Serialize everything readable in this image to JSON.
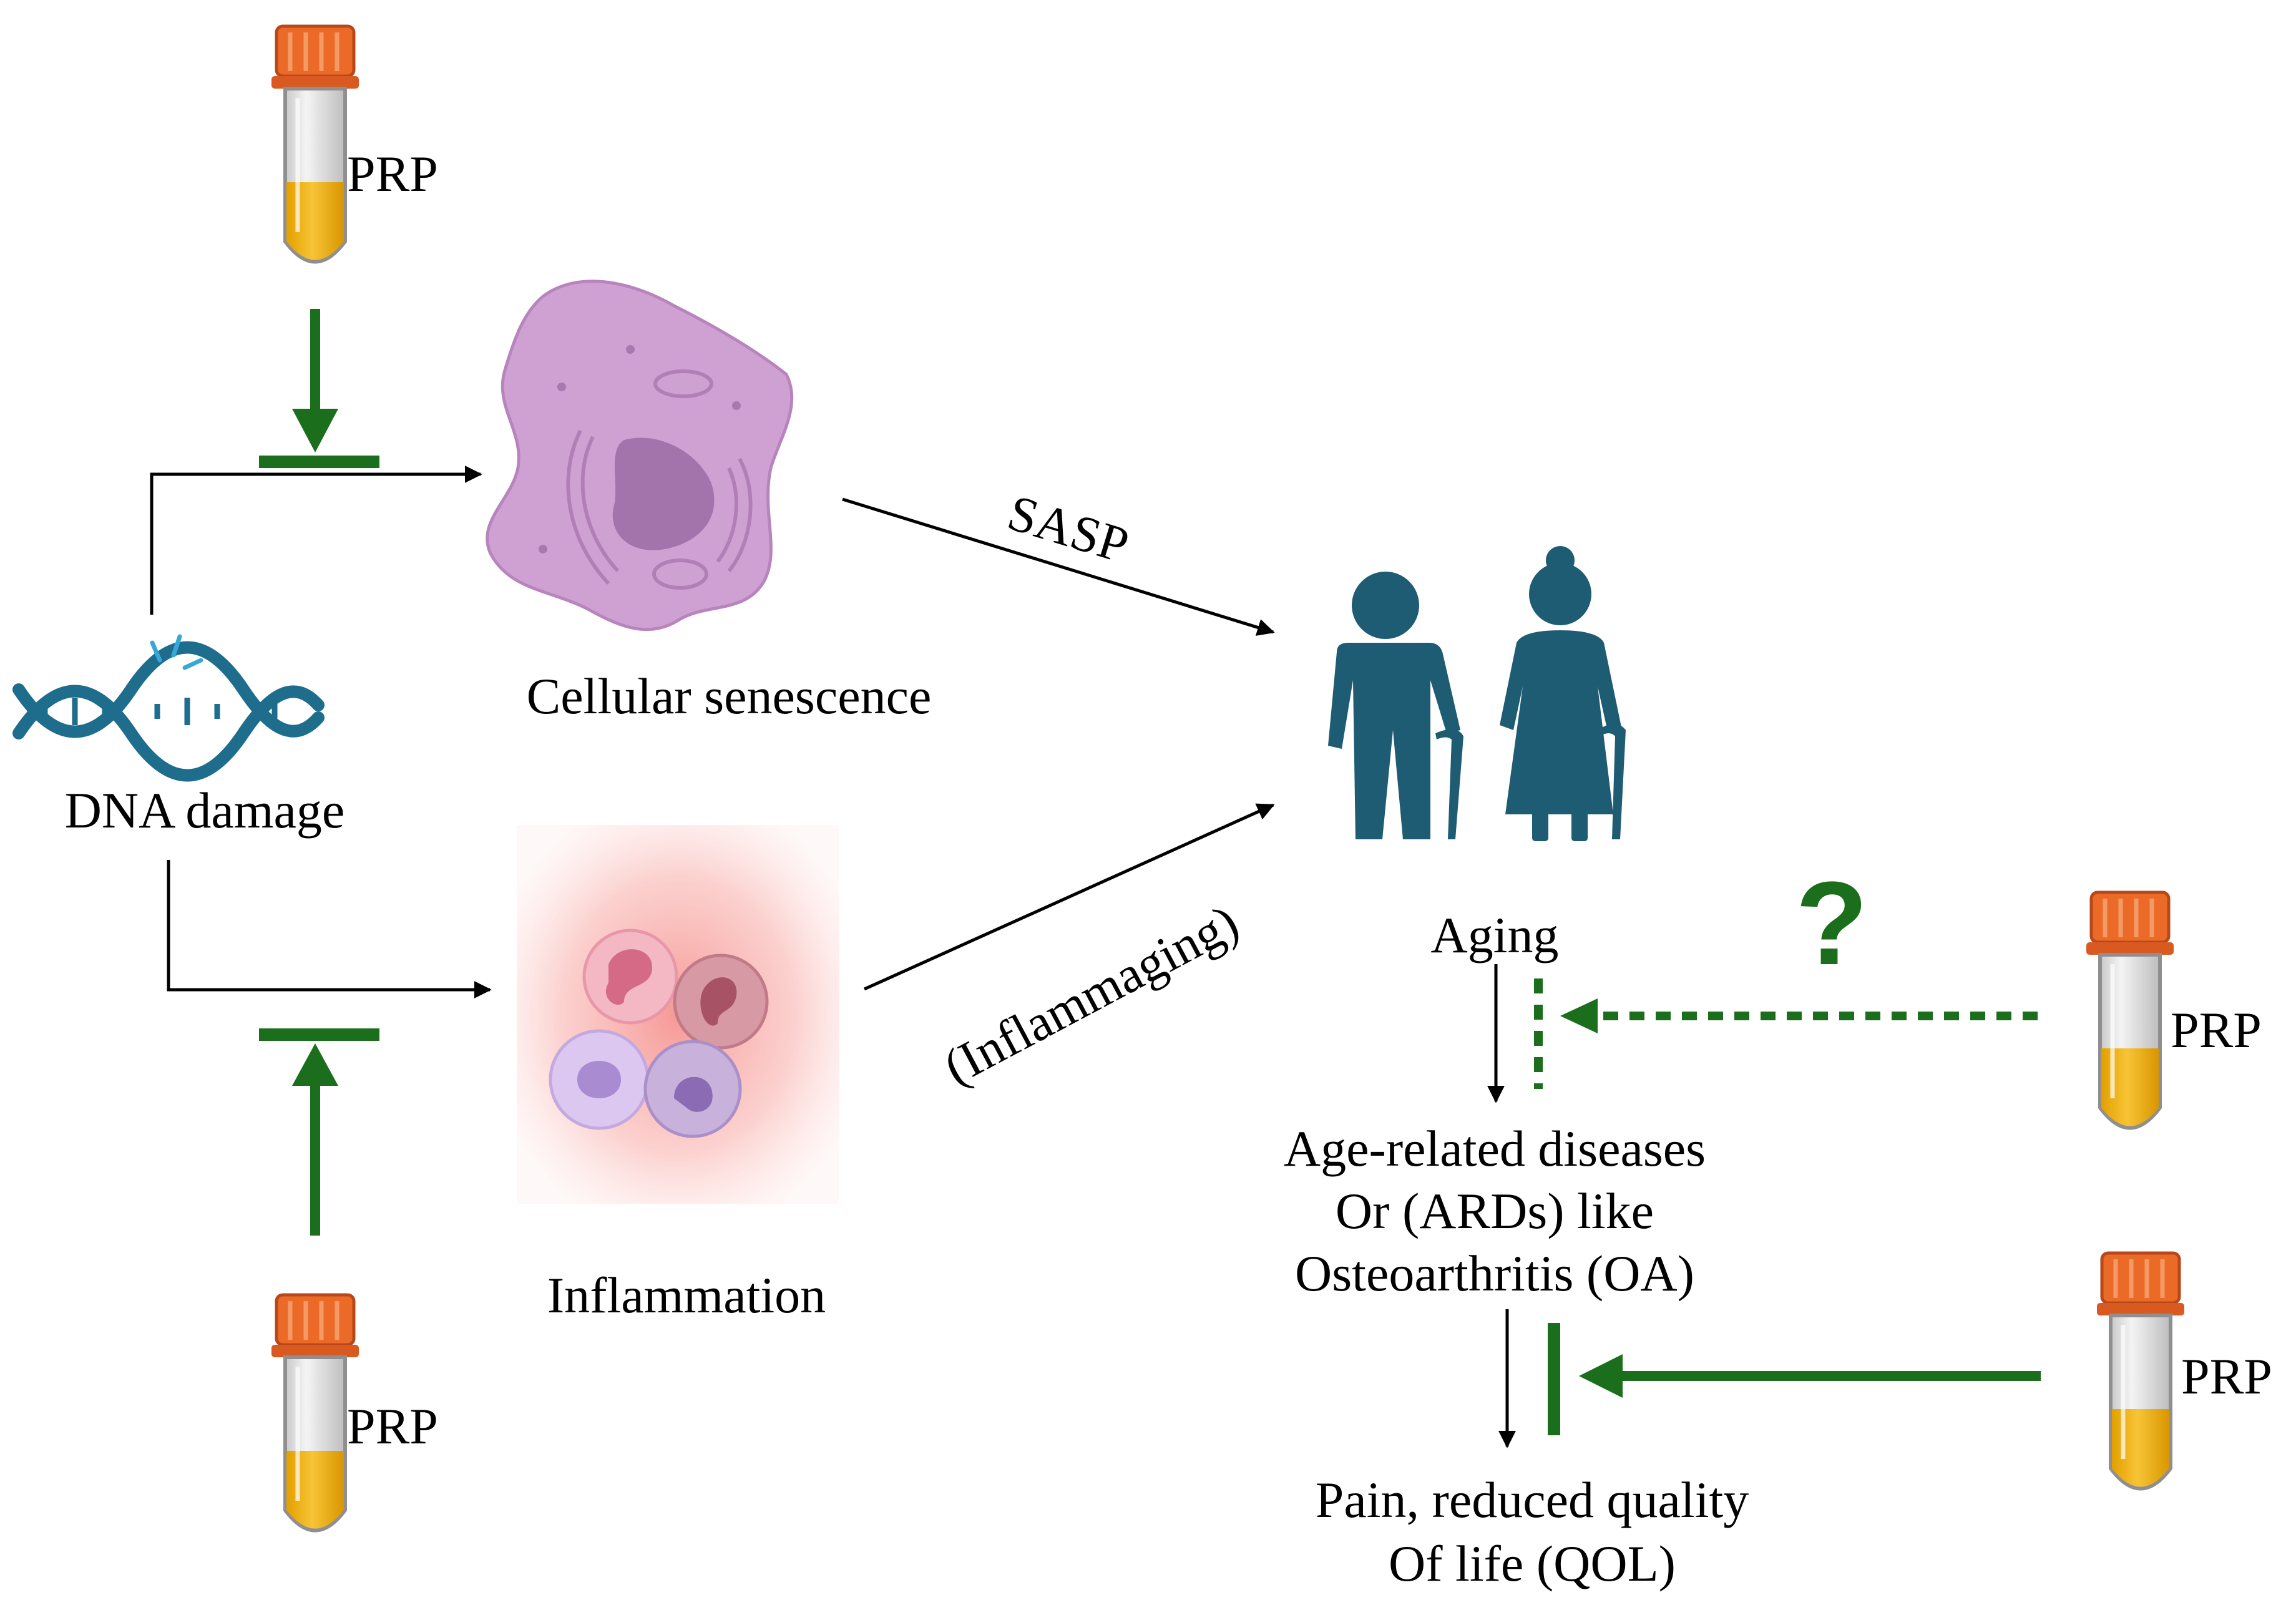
{
  "labels": {
    "prp_top": "PRP",
    "prp_bottom": "PRP",
    "prp_right_top": "PRP",
    "prp_right_bottom": "PRP",
    "sasp": "SASP",
    "inflammaging": "(Inflammaging)",
    "cellular_senescence": "Cellular senescence",
    "dna_damage": "DNA damage",
    "inflammation": "Inflammation",
    "aging": "Aging",
    "ard_line1": "Age-related diseases",
    "ard_line2": "Or (ARDs) like",
    "ard_line3": "Osteoarthritis (OA)",
    "qol_line1": "Pain, reduced quality",
    "qol_line2": "Of life (QOL)",
    "question": "?"
  },
  "colors": {
    "inhibition": "#1b6e1b",
    "arrow": "#000000",
    "tube_cap": "#ec6a28",
    "plasma": "#f0b21a",
    "people": "#1e5c73",
    "senescent_cell": "#cfa1d3",
    "inflammation_glow": "#f7a6a3",
    "dna": "#1e6d8c"
  },
  "icons": [
    "prp-tube-icon",
    "dna-icon",
    "senescent-cell-icon",
    "inflammation-cells-icon",
    "elderly-couple-icon"
  ]
}
